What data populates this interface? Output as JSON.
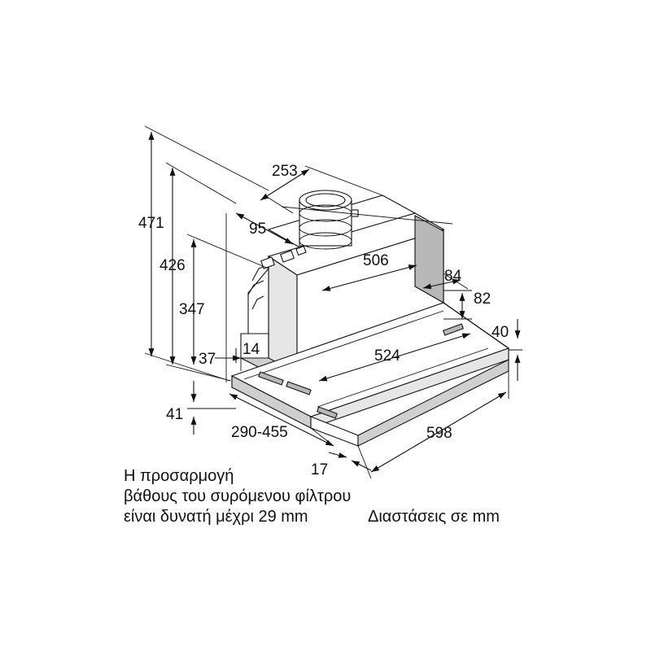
{
  "dimensions": {
    "d_253": "253",
    "d_471": "471",
    "d_95": "95",
    "d_426": "426",
    "d_506": "506",
    "d_84": "84",
    "d_82": "82",
    "d_347": "347",
    "d_40": "40",
    "d_37": "37",
    "d_14": "14",
    "d_524": "524",
    "d_41": "41",
    "d_290_455": "290-455",
    "d_598": "598",
    "d_17": "17"
  },
  "notes": {
    "line1": "Η προσαρμογή",
    "line2": "βάθους του συρόμενου φίλτρου",
    "line3": "είναι δυνατή μέχρι 29 mm",
    "units": "Διαστάσεις σε mm"
  }
}
